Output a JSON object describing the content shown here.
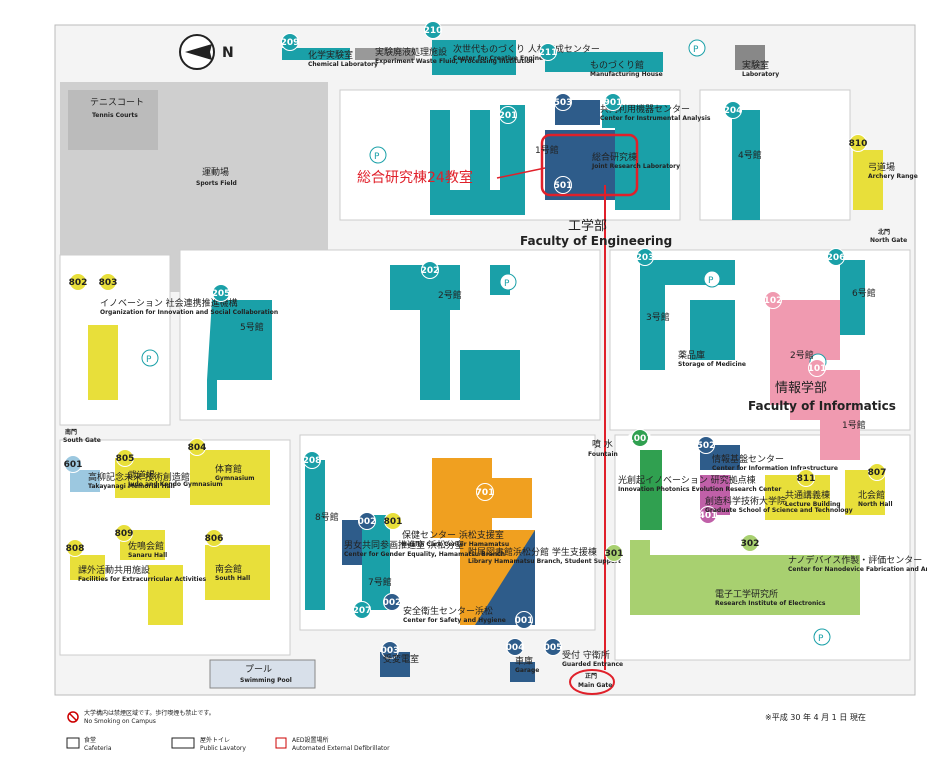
{
  "north_label": "N",
  "highlight": {
    "label": "総合研究棟24教室"
  },
  "faculties": {
    "engineering": {
      "jp": "工学部",
      "en": "Faculty of Engineering"
    },
    "informatics": {
      "jp": "情報学部",
      "en": "Faculty of Informatics"
    }
  },
  "areas": {
    "tennis": {
      "jp": "テニスコート",
      "en": "Tennis Courts"
    },
    "sports": {
      "jp": "運動場",
      "en": "Sports Field"
    },
    "pool": {
      "jp": "プール",
      "en": "Swimming Pool"
    },
    "fountain": {
      "jp": "噴 水",
      "en": "Fountain"
    },
    "south_gate": {
      "jp": "南門",
      "en": "South Gate"
    },
    "north_gate": {
      "jp": "北門",
      "en": "North Gate"
    },
    "main_gate": {
      "jp": "正門",
      "en": "Main Gate"
    }
  },
  "markers": [
    {
      "n": "209",
      "color": "#1aa0a8",
      "jp": "化学実験室",
      "en": "Chemical Laboratory"
    },
    {
      "n": "210",
      "color": "#1aa0a8",
      "jp": "次世代ものづくり 人材育成センター",
      "en": "Center for Creative Engineers"
    },
    {
      "n": "211",
      "color": "#1aa0a8",
      "jp": "ものづくり館",
      "en": "Manufacturing House"
    },
    {
      "n": "",
      "color": "#888888",
      "jp": "実験廃液処理施設",
      "en": "Experiment Waste Fluid, Processing Institution"
    },
    {
      "n": "",
      "color": "#888888",
      "jp": "実験室",
      "en": "Laboratory"
    },
    {
      "n": "201",
      "color": "#1aa0a8",
      "jp": "1号館",
      "en": ""
    },
    {
      "n": "503",
      "color": "#2e5c8a",
      "jp": "共同利用機器センター",
      "en": "Center for Instrumental Analysis"
    },
    {
      "n": "901",
      "color": "#1aa0a8",
      "jp": "",
      "en": ""
    },
    {
      "n": "501",
      "color": "#2e5c8a",
      "jp": "総合研究棟",
      "en": "Joint Research Laboratory"
    },
    {
      "n": "204",
      "color": "#1aa0a8",
      "jp": "4号館",
      "en": ""
    },
    {
      "n": "810",
      "color": "#e8df3a",
      "jp": "弓道場",
      "en": "Archery Range"
    },
    {
      "n": "802",
      "color": "#e8df3a",
      "jp": "",
      "en": ""
    },
    {
      "n": "803",
      "color": "#e8df3a",
      "jp": "イノベーション 社会連携推進機構",
      "en": "Organization for Innovation and Social Collaboration"
    },
    {
      "n": "205",
      "color": "#1aa0a8",
      "jp": "5号館",
      "en": ""
    },
    {
      "n": "202",
      "color": "#1aa0a8",
      "jp": "2号館",
      "en": ""
    },
    {
      "n": "203",
      "color": "#1aa0a8",
      "jp": "3号館",
      "en": ""
    },
    {
      "n": "",
      "color": "#1aa0a8",
      "jp": "薬品庫",
      "en": "Storage of Medicine"
    },
    {
      "n": "206",
      "color": "#1aa0a8",
      "jp": "6号館",
      "en": ""
    },
    {
      "n": "102",
      "color": "#f09ab0",
      "jp": "2号館",
      "en": ""
    },
    {
      "n": "101",
      "color": "#f09ab0",
      "jp": "1号館",
      "en": ""
    },
    {
      "n": "601",
      "color": "#9cc8e0",
      "jp": "高柳記念未来 技術創造館",
      "en": "Takayanagi Memorial Hall"
    },
    {
      "n": "805",
      "color": "#e8df3a",
      "jp": "武道場",
      "en": "Judo and Kendo Gymnasium"
    },
    {
      "n": "804",
      "color": "#e8df3a",
      "jp": "体育館",
      "en": "Gymnasium"
    },
    {
      "n": "208",
      "color": "#1aa0a8",
      "jp": "8号館",
      "en": ""
    },
    {
      "n": "701",
      "color": "#f0a020",
      "jp": "",
      "en": ""
    },
    {
      "n": "1001",
      "color": "#30a050",
      "jp": "光創起イノベーション 研究拠点棟",
      "en": "Innovation Photonics Evolution Research Center"
    },
    {
      "n": "502",
      "color": "#2e5c8a",
      "jp": "情報基盤センター",
      "en": "Center for Information Infrastructure"
    },
    {
      "n": "401",
      "color": "#c060a8",
      "jp": "創造科学技術大学院",
      "en": "Graduate School of Science and Technology"
    },
    {
      "n": "811",
      "color": "#e8df3a",
      "jp": "共通講義棟",
      "en": "Lecture Building"
    },
    {
      "n": "807",
      "color": "#e8df3a",
      "jp": "北会館",
      "en": "North Hall"
    },
    {
      "n": "809",
      "color": "#e8df3a",
      "jp": "佐鳴会館",
      "en": "Sanaru Hall"
    },
    {
      "n": "806",
      "color": "#e8df3a",
      "jp": "南会館",
      "en": "South Hall"
    },
    {
      "n": "808",
      "color": "#e8df3a",
      "jp": "課外活動共用施設",
      "en": "Facilities for Extracurricular Activities"
    },
    {
      "n": "002",
      "color": "#2e5c8a",
      "jp": "男女共同参画推進室 浜松分室",
      "en": "Center for Gender Equality, Hamamatsu Branch"
    },
    {
      "n": "801",
      "color": "#e8df3a",
      "jp": "保健センター 浜松支援室",
      "en": "Health Care Center Hamamatsu"
    },
    {
      "n": "207",
      "color": "#1aa0a8",
      "jp": "7号館",
      "en": ""
    },
    {
      "n": "002",
      "color": "#2e5c8a",
      "jp": "安全衛生センター浜松",
      "en": "Center for Safety and Hygiene"
    },
    {
      "n": "",
      "color": "#f0a020",
      "jp": "附属図書館浜松分館 学生支援棟",
      "en": "Library Hamamatsu Branch, Student Support"
    },
    {
      "n": "001",
      "color": "#2e5c8a",
      "jp": "",
      "en": ""
    },
    {
      "n": "301",
      "color": "#a8d070",
      "jp": "電子工学研究所",
      "en": "Research Institute of Electronics"
    },
    {
      "n": "302",
      "color": "#a8d070",
      "jp": "ナノデバイス作製・評価センター",
      "en": "Center for Nanodevice Fabrication and Analysis"
    },
    {
      "n": "003",
      "color": "#2e5c8a",
      "jp": "受変電室",
      "en": ""
    },
    {
      "n": "004",
      "color": "#2e5c8a",
      "jp": "車庫",
      "en": "Garage"
    },
    {
      "n": "005",
      "color": "#2e5c8a",
      "jp": "受付 守衛所",
      "en": "Guarded Entrance"
    }
  ],
  "legend": {
    "no_smoking_jp": "大学構内は禁煙区域です。歩行喫煙も禁止です。",
    "no_smoking_en": "No Smoking on Campus",
    "cafeteria_jp": "食堂",
    "cafeteria_en": "Cafeteria",
    "toilet_jp": "屋外トイレ",
    "toilet_en": "Public Lavatory",
    "aed_jp": "AED設置場所",
    "aed_en": "Automated External Defibrillator",
    "date": "※平成 30 年 4 月 1 日 現在"
  },
  "colors": {
    "teal": "#1aa0a8",
    "navy": "#2e5c8a",
    "yellow": "#e8df3a",
    "pink": "#f09ab0",
    "green": "#a8d070",
    "orange": "#f0a020",
    "highlight": "#e0202a",
    "field": "#c8c8c8",
    "road": "#f0f0f0"
  }
}
